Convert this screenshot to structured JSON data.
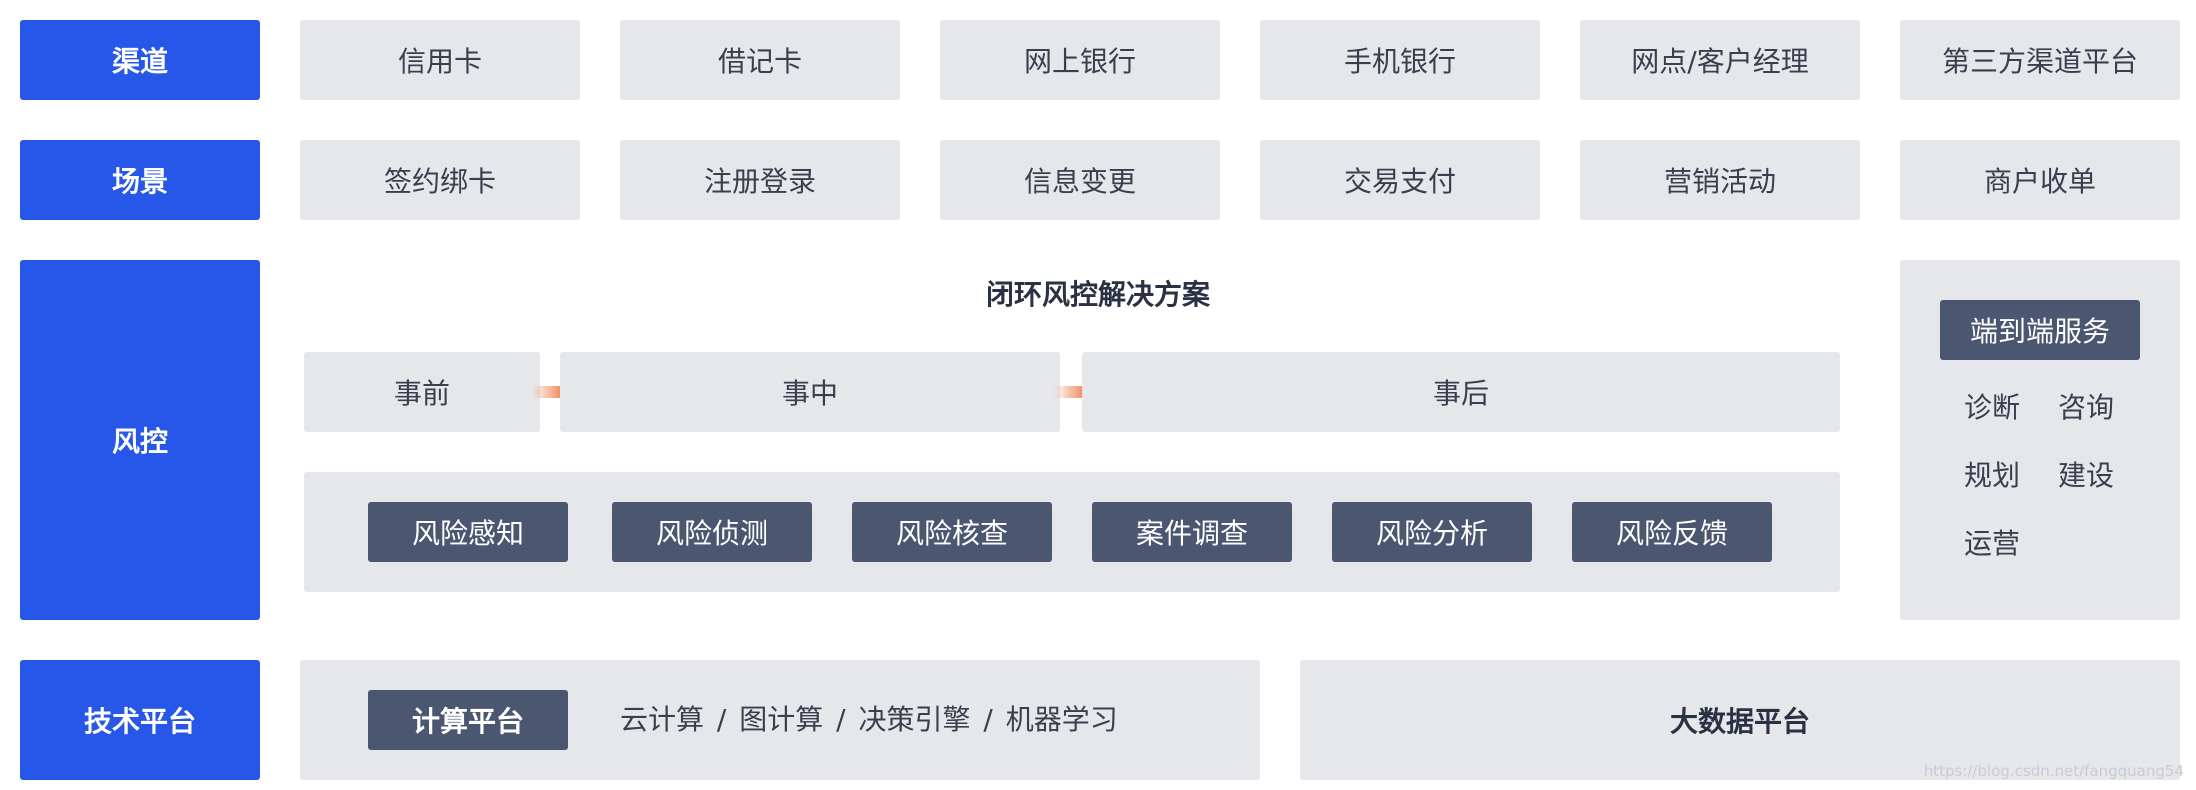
{
  "rows": {
    "channel": {
      "header": "渠道",
      "items": [
        "信用卡",
        "借记卡",
        "网上银行",
        "手机银行",
        "网点/客户经理",
        "第三方渠道平台"
      ]
    },
    "scene": {
      "header": "场景",
      "items": [
        "签约绑卡",
        "注册登录",
        "信息变更",
        "交易支付",
        "营销活动",
        "商户收单"
      ]
    },
    "risk": {
      "header": "风控",
      "solution_title": "闭环风控解决方案",
      "phases": [
        "事前",
        "事中",
        "事后"
      ],
      "capabilities": [
        "风险感知",
        "风险侦测",
        "风险核查",
        "案件调查",
        "风险分析",
        "风险反馈"
      ],
      "service": {
        "title": "端到端服务",
        "items": [
          "诊断",
          "咨询",
          "规划",
          "建设",
          "运营"
        ]
      }
    },
    "tech": {
      "header": "技术平台",
      "compute_label": "计算平台",
      "compute_desc": "云计算 / 图计算 / 决策引擎 / 机器学习",
      "bigdata_label": "大数据平台"
    }
  },
  "watermark": "https://blog.csdn.net/fangquang54",
  "colors": {
    "header_blue": "#2757e8",
    "cell_gray": "#e6e7ea",
    "dark_slate": "#4b5670",
    "arrow_orange": "#f08a5d"
  }
}
